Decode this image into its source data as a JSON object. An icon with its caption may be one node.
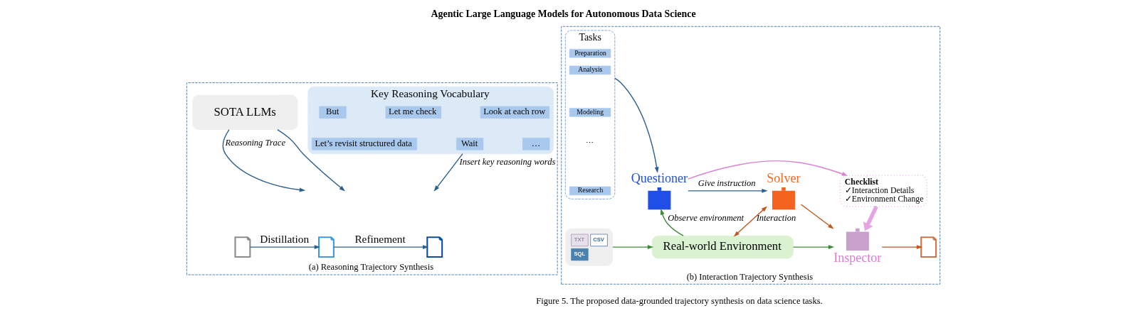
{
  "diagram": {
    "title": "Agentic Large Language Models for Autonomous Data Science",
    "caption": "Figure 5. The proposed data-grounded trajectory synthesis on data science tasks.",
    "nodes": [
      {
        "text": [
          "(a) Reasoning Trajectory Synthesis"
        ]
      },
      {
        "text": [
          "SOTA LLMs"
        ],
        "in": 0
      },
      {
        "text": [
          "Key Reasoning Vocabulary"
        ],
        "in": 0
      },
      {
        "text": [
          "But"
        ],
        "in": 2
      },
      {
        "text": [
          "Let me check"
        ],
        "in": 2
      },
      {
        "text": [
          "Look at each row"
        ],
        "in": 2
      },
      {
        "text": [
          "Let’s revisit structured data"
        ],
        "in": 2
      },
      {
        "text": [
          "Wait"
        ],
        "in": 2
      },
      {
        "text": [
          "…"
        ],
        "in": 2
      },
      {
        "text": [],
        "shape": "document",
        "in": 0
      },
      {
        "text": [],
        "shape": "document",
        "in": 0
      },
      {
        "text": [],
        "shape": "document",
        "in": 0
      },
      {
        "text": [
          "(b) Interaction Trajectory Synthesis"
        ]
      },
      {
        "text": [
          "Tasks"
        ],
        "in": 12
      },
      {
        "text": [
          "Preparation"
        ],
        "in": 13
      },
      {
        "text": [
          "Analysis"
        ],
        "in": 13
      },
      {
        "text": [
          "Modeling"
        ],
        "in": 13
      },
      {
        "text": [
          "Research"
        ],
        "in": 13
      },
      {
        "text": [
          "Questioner"
        ],
        "in": 12
      },
      {
        "text": [
          "Solver"
        ],
        "in": 12
      },
      {
        "text": [
          "Checklist",
          "✓Interaction Details",
          "✓Environment Change"
        ],
        "in": 12
      },
      {
        "text": [
          "TXT",
          "CSV",
          "SQL"
        ],
        "in": 12
      },
      {
        "text": [
          "Real-world Environment"
        ],
        "in": 12
      },
      {
        "text": [
          "Inspector"
        ],
        "in": 12
      },
      {
        "text": [],
        "shape": "document",
        "in": 12
      }
    ],
    "edges": [
      {
        "from": 9,
        "to": 10,
        "arrow": "to",
        "label": "Distillation"
      },
      {
        "from": 10,
        "to": 11,
        "arrow": "to",
        "label": "Refinement"
      },
      {
        "from": 1,
        "to": null,
        "arrow": "to",
        "label": "Reasoning Trace"
      },
      {
        "from": 1,
        "to": null,
        "arrow": "to"
      },
      {
        "from": 2,
        "to": null,
        "arrow": "to",
        "label": "Insert key reasoning words"
      },
      {
        "from": 13,
        "to": 18,
        "arrow": "to"
      },
      {
        "from": 18,
        "to": 19,
        "arrow": "to",
        "label": "Give instruction"
      },
      {
        "from": 18,
        "to": 20,
        "arrow": "to",
        "color": "#d97fd6"
      },
      {
        "from": 21,
        "to": 22,
        "arrow": "to",
        "color": "#3d8b37"
      },
      {
        "from": 22,
        "to": 18,
        "arrow": "to",
        "label": "Observe environment",
        "color": "#3d8b37"
      },
      {
        "from": 19,
        "to": 22,
        "arrow": "both",
        "label": "Interaction",
        "color": "#c0561e"
      },
      {
        "from": 19,
        "to": 23,
        "arrow": "to",
        "color": "#c0561e"
      },
      {
        "from": 20,
        "to": 23,
        "arrow": "to",
        "style": "thick",
        "color": "#e6a5e2"
      },
      {
        "from": 22,
        "to": 23,
        "arrow": "to",
        "color": "#3d8b37"
      },
      {
        "from": 23,
        "to": 24,
        "arrow": "to",
        "color": "#c0561e"
      }
    ],
    "labels": [
      "⋯"
    ]
  }
}
